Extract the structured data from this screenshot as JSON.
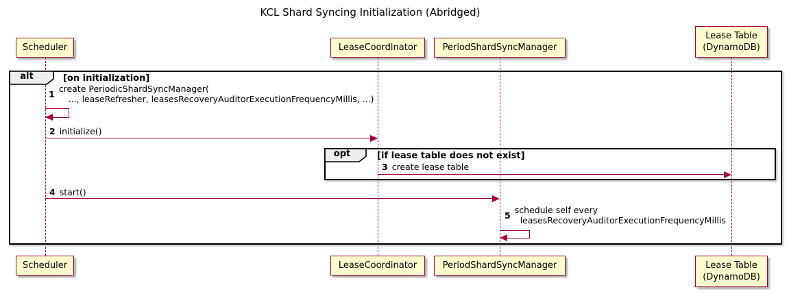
{
  "title": "KCL Shard Syncing Initialization (Abridged)",
  "participants": [
    {
      "line1": "Scheduler"
    },
    {
      "line1": "LeaseCoordinator"
    },
    {
      "line1": "PeriodShardSyncManager"
    },
    {
      "line1": "Lease Table",
      "line2": "(DynamoDB)"
    }
  ],
  "frames": {
    "alt": {
      "keyword": "alt",
      "condition": "[on initialization]"
    },
    "opt": {
      "keyword": "opt",
      "condition": "[if lease table does not exist]"
    }
  },
  "messages": {
    "m1": {
      "num": "1",
      "line1": "create PeriodicShardSyncManager(",
      "line2": "..., leaseRefresher, leasesRecoveryAuditorExecutionFrequencyMillis, ...)"
    },
    "m2": {
      "num": "2",
      "text": "initialize()"
    },
    "m3": {
      "num": "3",
      "text": "create lease table"
    },
    "m4": {
      "num": "4",
      "text": "start()"
    },
    "m5": {
      "num": "5",
      "line1": "schedule self every",
      "line2": "leasesRecoveryAuditorExecutionFrequencyMillis"
    }
  },
  "colors": {
    "participant_fill": "#FEFECE",
    "participant_border": "#A80036",
    "arrow": "#A80036",
    "lifeline": "#A80036",
    "frame_border": "#000000",
    "frame_label_fill": "#EEEEEE",
    "text": "#000000",
    "bg": "#FFFFFF"
  }
}
